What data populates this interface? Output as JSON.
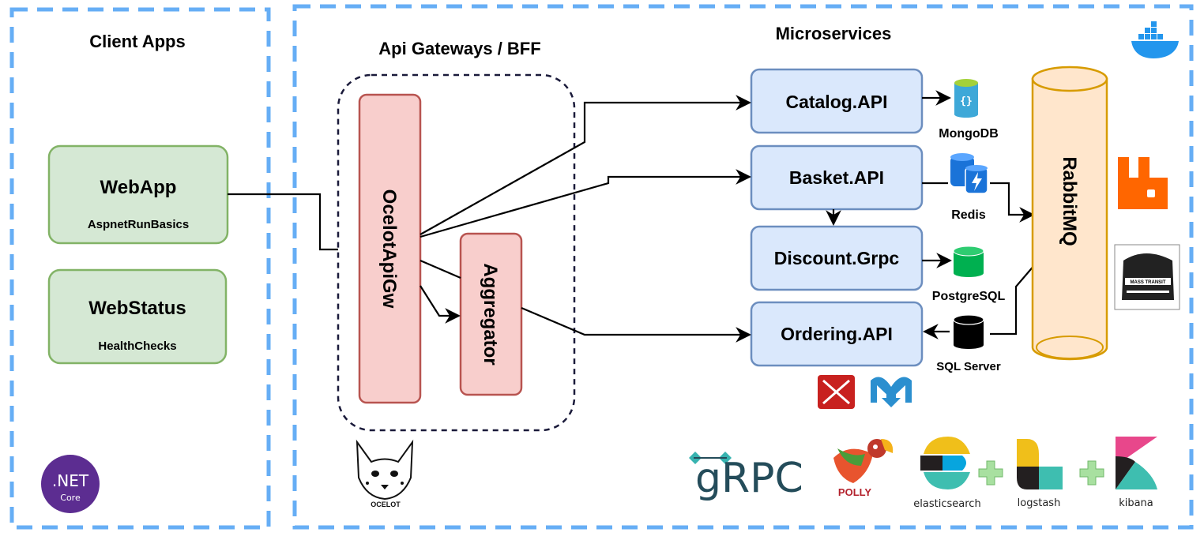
{
  "sections": {
    "client_apps": "Client Apps",
    "gateways": "Api Gateways / BFF",
    "microservices": "Microservices"
  },
  "client_apps": [
    {
      "title": "WebApp",
      "subtitle": "AspnetRunBasics"
    },
    {
      "title": "WebStatus",
      "subtitle": "HealthChecks"
    }
  ],
  "gateways": {
    "ocelot": "OcelotApiGw",
    "aggregator": "Aggregator"
  },
  "services": {
    "catalog": "Catalog.API",
    "basket": "Basket.API",
    "discount": "Discount.Grpc",
    "ordering": "Ordering.API"
  },
  "databases": {
    "mongodb": "MongoDB",
    "redis": "Redis",
    "postgresql": "PostgreSQL",
    "sqlserver": "SQL Server"
  },
  "message_bus": "RabbitMQ",
  "logos": {
    "dotnet": ".NET",
    "dotnet_sub": "Core",
    "ocelot": "OCELOT",
    "grpc": "gRPC",
    "polly": "POLLY",
    "masstransit": "MASS TRANSIT",
    "elasticsearch": "elasticsearch",
    "logstash": "logstash",
    "kibana": "kibana"
  },
  "colors": {
    "dashed_border": "#66aef5",
    "client_fill": "#d5e8d4",
    "client_stroke": "#82b366",
    "gateway_fill": "#f8cecc",
    "gateway_stroke": "#b85450",
    "service_fill": "#dae8fc",
    "service_stroke": "#6c8ebf",
    "bus_fill": "#ffe6cc",
    "bus_stroke": "#d79b00"
  }
}
